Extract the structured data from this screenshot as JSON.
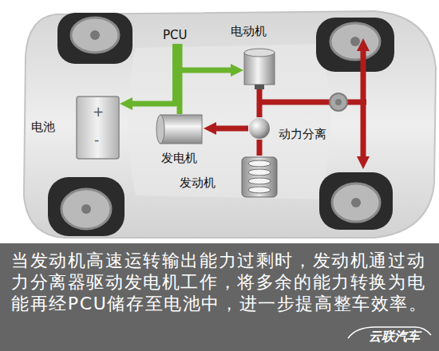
{
  "diagram": {
    "caption": "当发动机高速运转输出能力过剩时，发动机通过动力分离器驱动发电机工作，将多余的能力转换为电能再经PCU储存至电池中，进一步提高整车效率。",
    "nodes": [
      {
        "text": [
          "PCU"
        ]
      },
      {
        "text": [
          "电动机"
        ]
      },
      {
        "text": [
          "电池"
        ]
      },
      {
        "text": [
          "发电机"
        ]
      },
      {
        "text": [
          "动力分离"
        ]
      },
      {
        "text": [
          "发动机"
        ]
      }
    ],
    "edges": [
      {
        "from": 3,
        "to": 0,
        "arrow": "none"
      },
      {
        "from": 0,
        "to": 1,
        "arrow": "to"
      },
      {
        "from": 0,
        "to": 2,
        "arrow": "to"
      },
      {
        "from": 5,
        "to": 4,
        "arrow": "none"
      },
      {
        "from": 4,
        "to": 3,
        "arrow": "to"
      },
      {
        "from": 1,
        "to": 4,
        "arrow": "none"
      }
    ],
    "labels": [
      "+",
      "-",
      "云联汽车"
    ]
  }
}
